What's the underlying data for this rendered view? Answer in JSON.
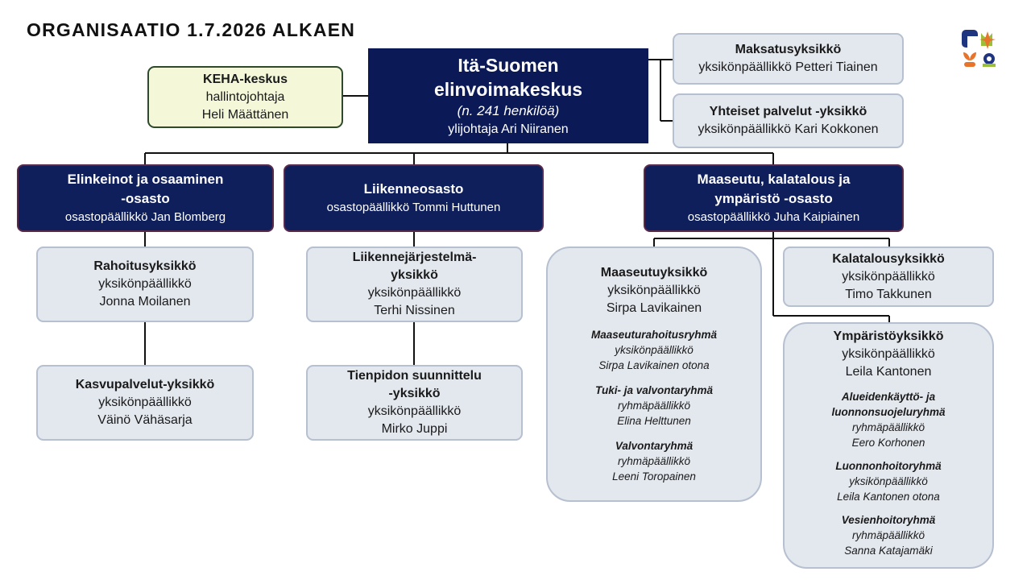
{
  "title": "ORGANISAATIO 1.7.2026 ALKAEN",
  "colors": {
    "navy": "#0f1f5c",
    "grey_fill": "#e3e7ee",
    "green_fill": "#f4f8d9",
    "orange": "#e8732a"
  },
  "main": {
    "line1": "Itä-Suomen",
    "line2": "elinvoimakeskus",
    "count": "(n. 241 henkilöä)",
    "leader": "ylijohtaja Ari Niiranen"
  },
  "keha": {
    "name": "KEHA-keskus",
    "role": "hallintojohtaja",
    "person": "Heli Määttänen"
  },
  "maksatus": {
    "name": "Maksatusyksikkö",
    "leader": "yksikönpäällikkö Petteri Tiainen"
  },
  "yhteiset": {
    "name": "Yhteiset palvelut -yksikkö",
    "leader": "yksikönpäällikkö Kari Kokkonen"
  },
  "departments": [
    {
      "line1": "Elinkeinot ja osaaminen",
      "line2": "-osasto",
      "leader": "osastopäällikkö Jan Blomberg"
    },
    {
      "line1": "Liikenneosasto",
      "leader": "osastopäällikkö Tommi Huttunen"
    },
    {
      "line1": "Maaseutu, kalatalous ja",
      "line2": "ympäristö -osasto",
      "leader": "osastopäällikkö Juha Kaipiainen"
    }
  ],
  "units": {
    "rahoitus": {
      "name": "Rahoitusyksikkö",
      "role": "yksikönpäällikkö",
      "person": "Jonna Moilanen"
    },
    "kasvu": {
      "name": "Kasvupalvelut-yksikkö",
      "role": "yksikönpäällikkö",
      "person": "Väinö Vähäsarja"
    },
    "liikennejarj": {
      "name1": "Liikennejärjestelmä-",
      "name2": "yksikkö",
      "role": "yksikönpäällikkö",
      "person": "Terhi Nissinen"
    },
    "tienpito": {
      "name1": "Tienpidon suunnittelu",
      "name2": "-yksikkö",
      "role": "yksikönpäällikkö",
      "person": "Mirko Juppi"
    },
    "maaseutu": {
      "name": "Maaseutuyksikkö",
      "role": "yksikönpäällikkö",
      "person": "Sirpa Lavikainen",
      "groups": [
        {
          "name": "Maaseuturahoitusryhmä",
          "role": "yksikönpäällikkö",
          "person": "Sirpa Lavikainen otona"
        },
        {
          "name": "Tuki- ja valvontaryhmä",
          "role": "ryhmäpäällikkö",
          "person": "Elina Helttunen"
        },
        {
          "name": "Valvontaryhmä",
          "role": "ryhmäpäällikkö",
          "person": "Leeni Toropainen"
        }
      ]
    },
    "kalatalous": {
      "name": "Kalatalousyksikkö",
      "role": "yksikönpäällikkö",
      "person": "Timo Takkunen"
    },
    "ymparisto": {
      "name": "Ympäristöyksikkö",
      "role": "yksikönpäällikkö",
      "person": "Leila Kantonen",
      "groups": [
        {
          "name1": "Alueidenkäyttö- ja",
          "name2": "luonnonsuojeluryhmä",
          "role": "ryhmäpäällikkö",
          "person": "Eero Korhonen"
        },
        {
          "name1": "Luonnonhoitoryhmä",
          "role": "yksikönpäällikkö",
          "person": "Leila Kantonen otona"
        },
        {
          "name1": "Vesienhoitoryhmä",
          "role": "ryhmäpäällikkö",
          "person": "Sanna Katajamäki"
        }
      ]
    }
  }
}
